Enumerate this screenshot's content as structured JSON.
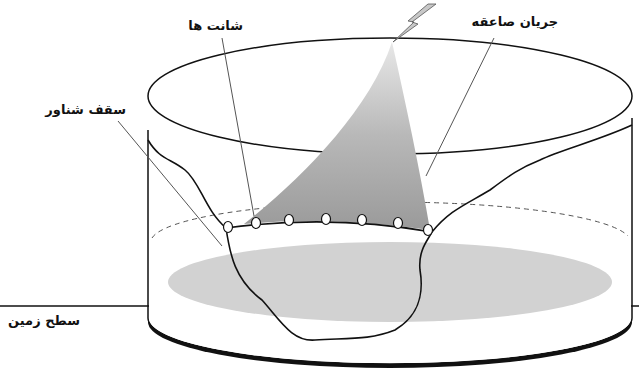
{
  "diagram": {
    "labels": [
      "شانت ها",
      "جریان صاعقه",
      "سقف شناور",
      "سطح زمین"
    ]
  }
}
